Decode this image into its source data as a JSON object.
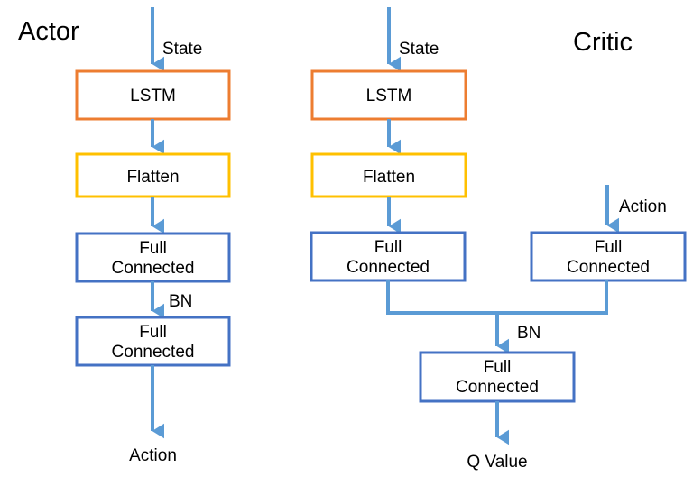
{
  "diagram": {
    "title_actor": "Actor",
    "title_critic": "Critic",
    "colors": {
      "lstm_border": "#ED7D31",
      "flatten_border": "#FFC000",
      "fc_border": "#4472C4",
      "arrow": "#5B9BD5",
      "box_fill": "#FFFFFF",
      "text": "#000000",
      "background": "#FFFFFF"
    },
    "actor": {
      "heading": "Actor",
      "input_label": "State",
      "nodes": [
        {
          "id": "actor-lstm",
          "label": "LSTM",
          "type": "lstm"
        },
        {
          "id": "actor-flatten",
          "label": "Flatten",
          "type": "flatten"
        },
        {
          "id": "actor-fc1",
          "line1": "Full",
          "line2": "Connected",
          "type": "fc"
        },
        {
          "id": "actor-fc2",
          "line1": "Full",
          "line2": "Connected",
          "type": "fc"
        }
      ],
      "edge_label_bn": "BN",
      "output_label": "Action"
    },
    "critic": {
      "heading": "Critic",
      "state_input_label": "State",
      "action_input_label": "Action",
      "nodes": [
        {
          "id": "critic-lstm",
          "label": "LSTM",
          "type": "lstm"
        },
        {
          "id": "critic-flatten",
          "label": "Flatten",
          "type": "flatten"
        },
        {
          "id": "critic-fc-state",
          "line1": "Full",
          "line2": "Connected",
          "type": "fc"
        },
        {
          "id": "critic-fc-action",
          "line1": "Full",
          "line2": "Connected",
          "type": "fc"
        },
        {
          "id": "critic-fc-merge",
          "line1": "Full",
          "line2": "Connected",
          "type": "fc"
        }
      ],
      "edge_label_bn": "BN",
      "output_label": "Q Value"
    }
  }
}
